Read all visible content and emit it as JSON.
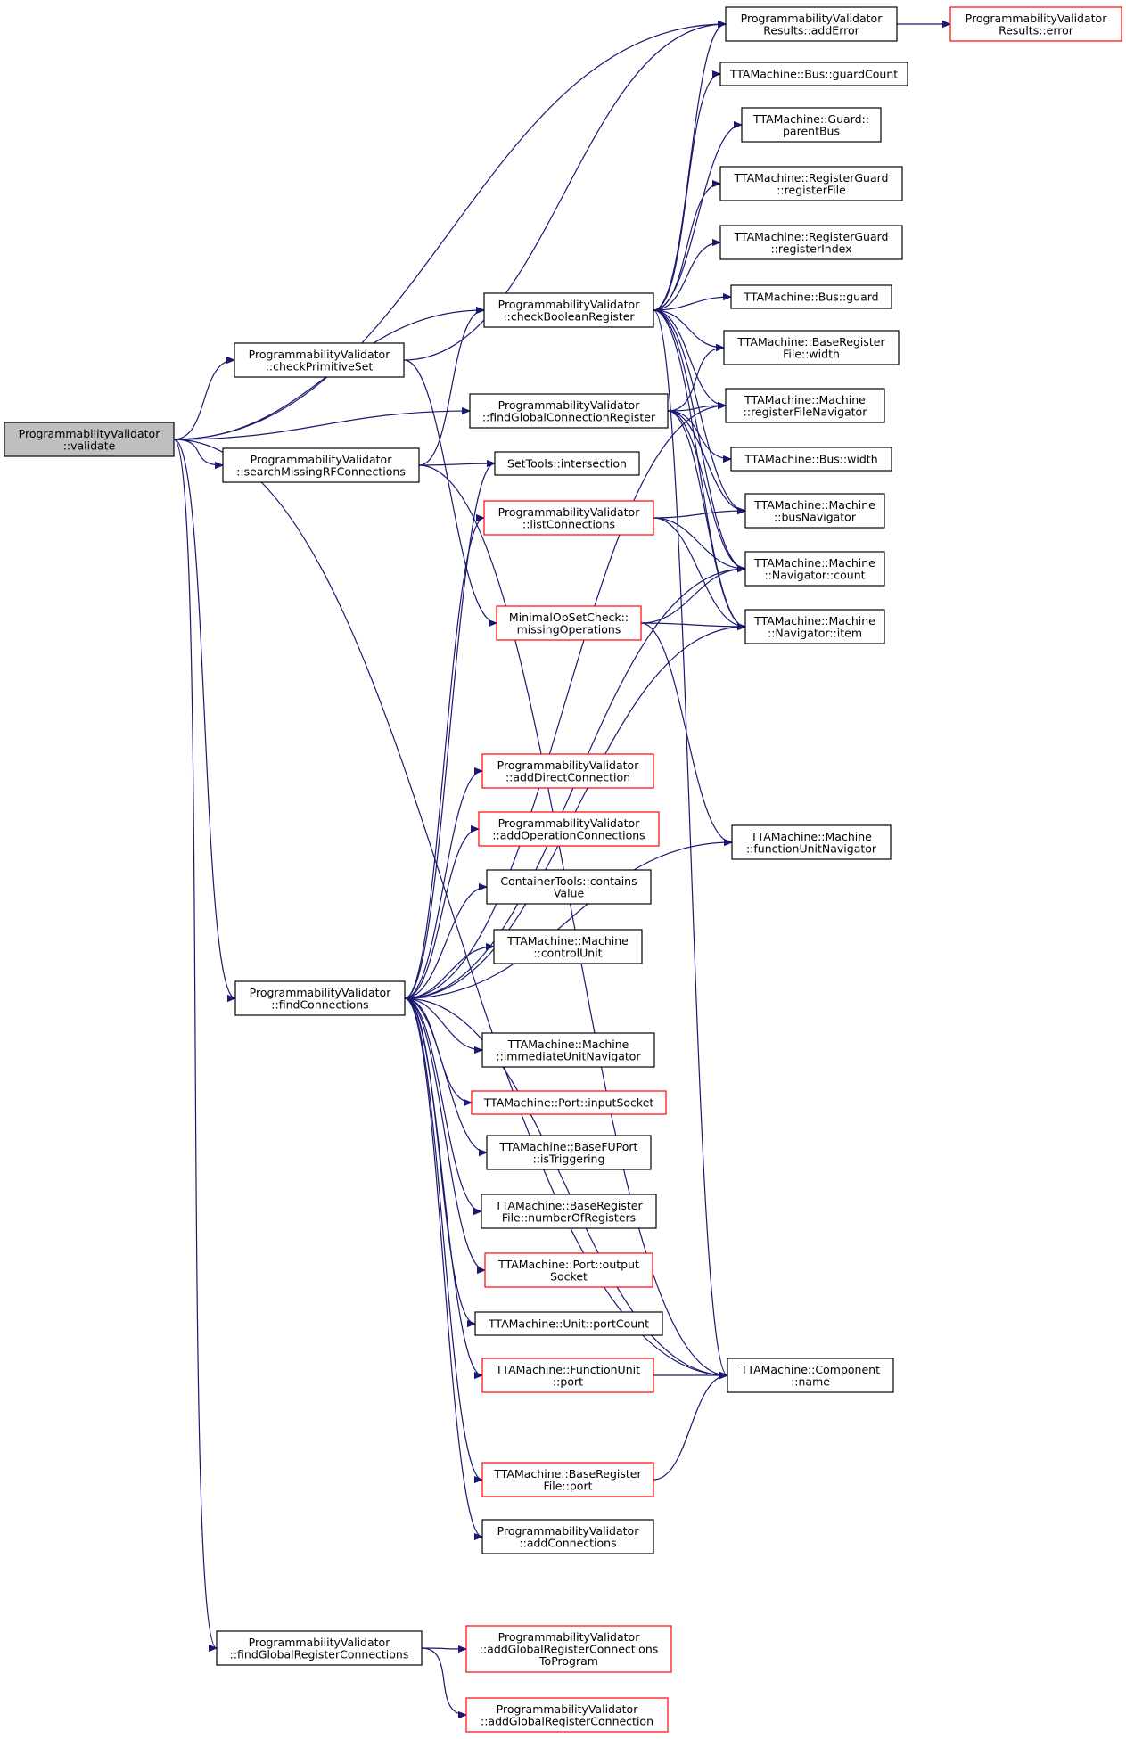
{
  "diagram": {
    "type": "call-graph",
    "colors": {
      "edge": "#191970",
      "root_fill": "#bfbfbf",
      "node_border": "#000000",
      "external_border": "#ff0000"
    },
    "nodes": [
      {
        "id": "validate",
        "lines": [
          "ProgrammabilityValidator",
          "::validate"
        ],
        "style": "root"
      },
      {
        "id": "addError",
        "lines": [
          "ProgrammabilityValidator",
          "Results::addError"
        ],
        "style": "normal"
      },
      {
        "id": "resultsError",
        "lines": [
          "ProgrammabilityValidator",
          "Results::error"
        ],
        "style": "red"
      },
      {
        "id": "busGuardCount",
        "lines": [
          "TTAMachine::Bus::guardCount"
        ],
        "style": "normal"
      },
      {
        "id": "guardParentBus",
        "lines": [
          "TTAMachine::Guard::",
          "parentBus"
        ],
        "style": "normal"
      },
      {
        "id": "regGuardFile",
        "lines": [
          "TTAMachine::RegisterGuard",
          "::registerFile"
        ],
        "style": "normal"
      },
      {
        "id": "regGuardIndex",
        "lines": [
          "TTAMachine::RegisterGuard",
          "::registerIndex"
        ],
        "style": "normal"
      },
      {
        "id": "checkBooleanRegister",
        "lines": [
          "ProgrammabilityValidator",
          "::checkBooleanRegister"
        ],
        "style": "normal"
      },
      {
        "id": "busGuard",
        "lines": [
          "TTAMachine::Bus::guard"
        ],
        "style": "normal"
      },
      {
        "id": "checkPrimitiveSet",
        "lines": [
          "ProgrammabilityValidator",
          "::checkPrimitiveSet"
        ],
        "style": "normal"
      },
      {
        "id": "baseRegFileWidth",
        "lines": [
          "TTAMachine::BaseRegister",
          "File::width"
        ],
        "style": "normal"
      },
      {
        "id": "findGlobalConnectionRegister",
        "lines": [
          "ProgrammabilityValidator",
          "::findGlobalConnectionRegister"
        ],
        "style": "normal"
      },
      {
        "id": "regFileNavigator",
        "lines": [
          "TTAMachine::Machine",
          "::registerFileNavigator"
        ],
        "style": "normal"
      },
      {
        "id": "searchMissingRF",
        "lines": [
          "ProgrammabilityValidator",
          "::searchMissingRFConnections"
        ],
        "style": "normal"
      },
      {
        "id": "busWidth",
        "lines": [
          "TTAMachine::Bus::width"
        ],
        "style": "normal"
      },
      {
        "id": "intersection",
        "lines": [
          "SetTools::intersection"
        ],
        "style": "normal"
      },
      {
        "id": "listConnections",
        "lines": [
          "ProgrammabilityValidator",
          "::listConnections"
        ],
        "style": "red"
      },
      {
        "id": "busNavigator",
        "lines": [
          "TTAMachine::Machine",
          "::busNavigator"
        ],
        "style": "normal"
      },
      {
        "id": "navCount",
        "lines": [
          "TTAMachine::Machine",
          "::Navigator::count"
        ],
        "style": "normal"
      },
      {
        "id": "missingOperations",
        "lines": [
          "MinimalOpSetCheck::",
          "missingOperations"
        ],
        "style": "red"
      },
      {
        "id": "navItem",
        "lines": [
          "TTAMachine::Machine",
          "::Navigator::item"
        ],
        "style": "normal"
      },
      {
        "id": "addDirectConnection",
        "lines": [
          "ProgrammabilityValidator",
          "::addDirectConnection"
        ],
        "style": "red"
      },
      {
        "id": "addOperationConnections",
        "lines": [
          "ProgrammabilityValidator",
          "::addOperationConnections"
        ],
        "style": "red"
      },
      {
        "id": "fuNavigator",
        "lines": [
          "TTAMachine::Machine",
          "::functionUnitNavigator"
        ],
        "style": "normal"
      },
      {
        "id": "containsValue",
        "lines": [
          "ContainerTools::contains",
          "Value"
        ],
        "style": "normal"
      },
      {
        "id": "controlUnit",
        "lines": [
          "TTAMachine::Machine",
          "::controlUnit"
        ],
        "style": "normal"
      },
      {
        "id": "findConnections",
        "lines": [
          "ProgrammabilityValidator",
          "::findConnections"
        ],
        "style": "normal"
      },
      {
        "id": "immediateUnitNavigator",
        "lines": [
          "TTAMachine::Machine",
          "::immediateUnitNavigator"
        ],
        "style": "normal"
      },
      {
        "id": "inputSocket",
        "lines": [
          "TTAMachine::Port::inputSocket"
        ],
        "style": "red"
      },
      {
        "id": "isTriggering",
        "lines": [
          "TTAMachine::BaseFUPort",
          "::isTriggering"
        ],
        "style": "normal"
      },
      {
        "id": "numberOfRegisters",
        "lines": [
          "TTAMachine::BaseRegister",
          "File::numberOfRegisters"
        ],
        "style": "normal"
      },
      {
        "id": "outputSocket",
        "lines": [
          "TTAMachine::Port::output",
          "Socket"
        ],
        "style": "red"
      },
      {
        "id": "portCount",
        "lines": [
          "TTAMachine::Unit::portCount"
        ],
        "style": "normal"
      },
      {
        "id": "fuPort",
        "lines": [
          "TTAMachine::FunctionUnit",
          "::port"
        ],
        "style": "red"
      },
      {
        "id": "componentName",
        "lines": [
          "TTAMachine::Component",
          "::name"
        ],
        "style": "normal"
      },
      {
        "id": "rfPort",
        "lines": [
          "TTAMachine::BaseRegister",
          "File::port"
        ],
        "style": "red"
      },
      {
        "id": "addConnections",
        "lines": [
          "ProgrammabilityValidator",
          "::addConnections"
        ],
        "style": "normal"
      },
      {
        "id": "findGlobalRegConnections",
        "lines": [
          "ProgrammabilityValidator",
          "::findGlobalRegisterConnections"
        ],
        "style": "normal"
      },
      {
        "id": "addGlobalRegConnToProgram",
        "lines": [
          "ProgrammabilityValidator",
          "::addGlobalRegisterConnections",
          "ToProgram"
        ],
        "style": "red"
      },
      {
        "id": "addGlobalRegConnection",
        "lines": [
          "ProgrammabilityValidator",
          "::addGlobalRegisterConnection"
        ],
        "style": "red"
      }
    ],
    "edges": [
      [
        "validate",
        "addError"
      ],
      [
        "validate",
        "checkBooleanRegister"
      ],
      [
        "validate",
        "checkPrimitiveSet"
      ],
      [
        "validate",
        "findGlobalConnectionRegister"
      ],
      [
        "validate",
        "searchMissingRF"
      ],
      [
        "validate",
        "findConnections"
      ],
      [
        "validate",
        "componentName"
      ],
      [
        "validate",
        "findGlobalRegConnections"
      ],
      [
        "addError",
        "resultsError"
      ],
      [
        "checkBooleanRegister",
        "addError"
      ],
      [
        "checkBooleanRegister",
        "busGuardCount"
      ],
      [
        "checkBooleanRegister",
        "guardParentBus"
      ],
      [
        "checkBooleanRegister",
        "regGuardFile"
      ],
      [
        "checkBooleanRegister",
        "regGuardIndex"
      ],
      [
        "checkBooleanRegister",
        "busGuard"
      ],
      [
        "checkBooleanRegister",
        "baseRegFileWidth"
      ],
      [
        "checkBooleanRegister",
        "regFileNavigator"
      ],
      [
        "checkBooleanRegister",
        "busNavigator"
      ],
      [
        "checkBooleanRegister",
        "navCount"
      ],
      [
        "checkBooleanRegister",
        "navItem"
      ],
      [
        "checkBooleanRegister",
        "componentName"
      ],
      [
        "checkPrimitiveSet",
        "addError"
      ],
      [
        "checkPrimitiveSet",
        "missingOperations"
      ],
      [
        "findGlobalConnectionRegister",
        "baseRegFileWidth"
      ],
      [
        "findGlobalConnectionRegister",
        "regFileNavigator"
      ],
      [
        "findGlobalConnectionRegister",
        "busWidth"
      ],
      [
        "findGlobalConnectionRegister",
        "busNavigator"
      ],
      [
        "findGlobalConnectionRegister",
        "navCount"
      ],
      [
        "findGlobalConnectionRegister",
        "navItem"
      ],
      [
        "searchMissingRF",
        "checkBooleanRegister"
      ],
      [
        "searchMissingRF",
        "intersection"
      ],
      [
        "searchMissingRF",
        "componentName"
      ],
      [
        "listConnections",
        "busNavigator"
      ],
      [
        "listConnections",
        "navCount"
      ],
      [
        "listConnections",
        "navItem"
      ],
      [
        "missingOperations",
        "navCount"
      ],
      [
        "missingOperations",
        "navItem"
      ],
      [
        "missingOperations",
        "fuNavigator"
      ],
      [
        "findConnections",
        "regFileNavigator"
      ],
      [
        "findConnections",
        "intersection"
      ],
      [
        "findConnections",
        "listConnections"
      ],
      [
        "findConnections",
        "navCount"
      ],
      [
        "findConnections",
        "navItem"
      ],
      [
        "findConnections",
        "addDirectConnection"
      ],
      [
        "findConnections",
        "addOperationConnections"
      ],
      [
        "findConnections",
        "fuNavigator"
      ],
      [
        "findConnections",
        "containsValue"
      ],
      [
        "findConnections",
        "controlUnit"
      ],
      [
        "findConnections",
        "immediateUnitNavigator"
      ],
      [
        "findConnections",
        "inputSocket"
      ],
      [
        "findConnections",
        "isTriggering"
      ],
      [
        "findConnections",
        "numberOfRegisters"
      ],
      [
        "findConnections",
        "outputSocket"
      ],
      [
        "findConnections",
        "portCount"
      ],
      [
        "findConnections",
        "fuPort"
      ],
      [
        "findConnections",
        "componentName"
      ],
      [
        "findConnections",
        "rfPort"
      ],
      [
        "findConnections",
        "addConnections"
      ],
      [
        "fuPort",
        "componentName"
      ],
      [
        "rfPort",
        "componentName"
      ],
      [
        "findGlobalRegConnections",
        "addGlobalRegConnToProgram"
      ],
      [
        "findGlobalRegConnections",
        "addGlobalRegConnection"
      ]
    ]
  }
}
